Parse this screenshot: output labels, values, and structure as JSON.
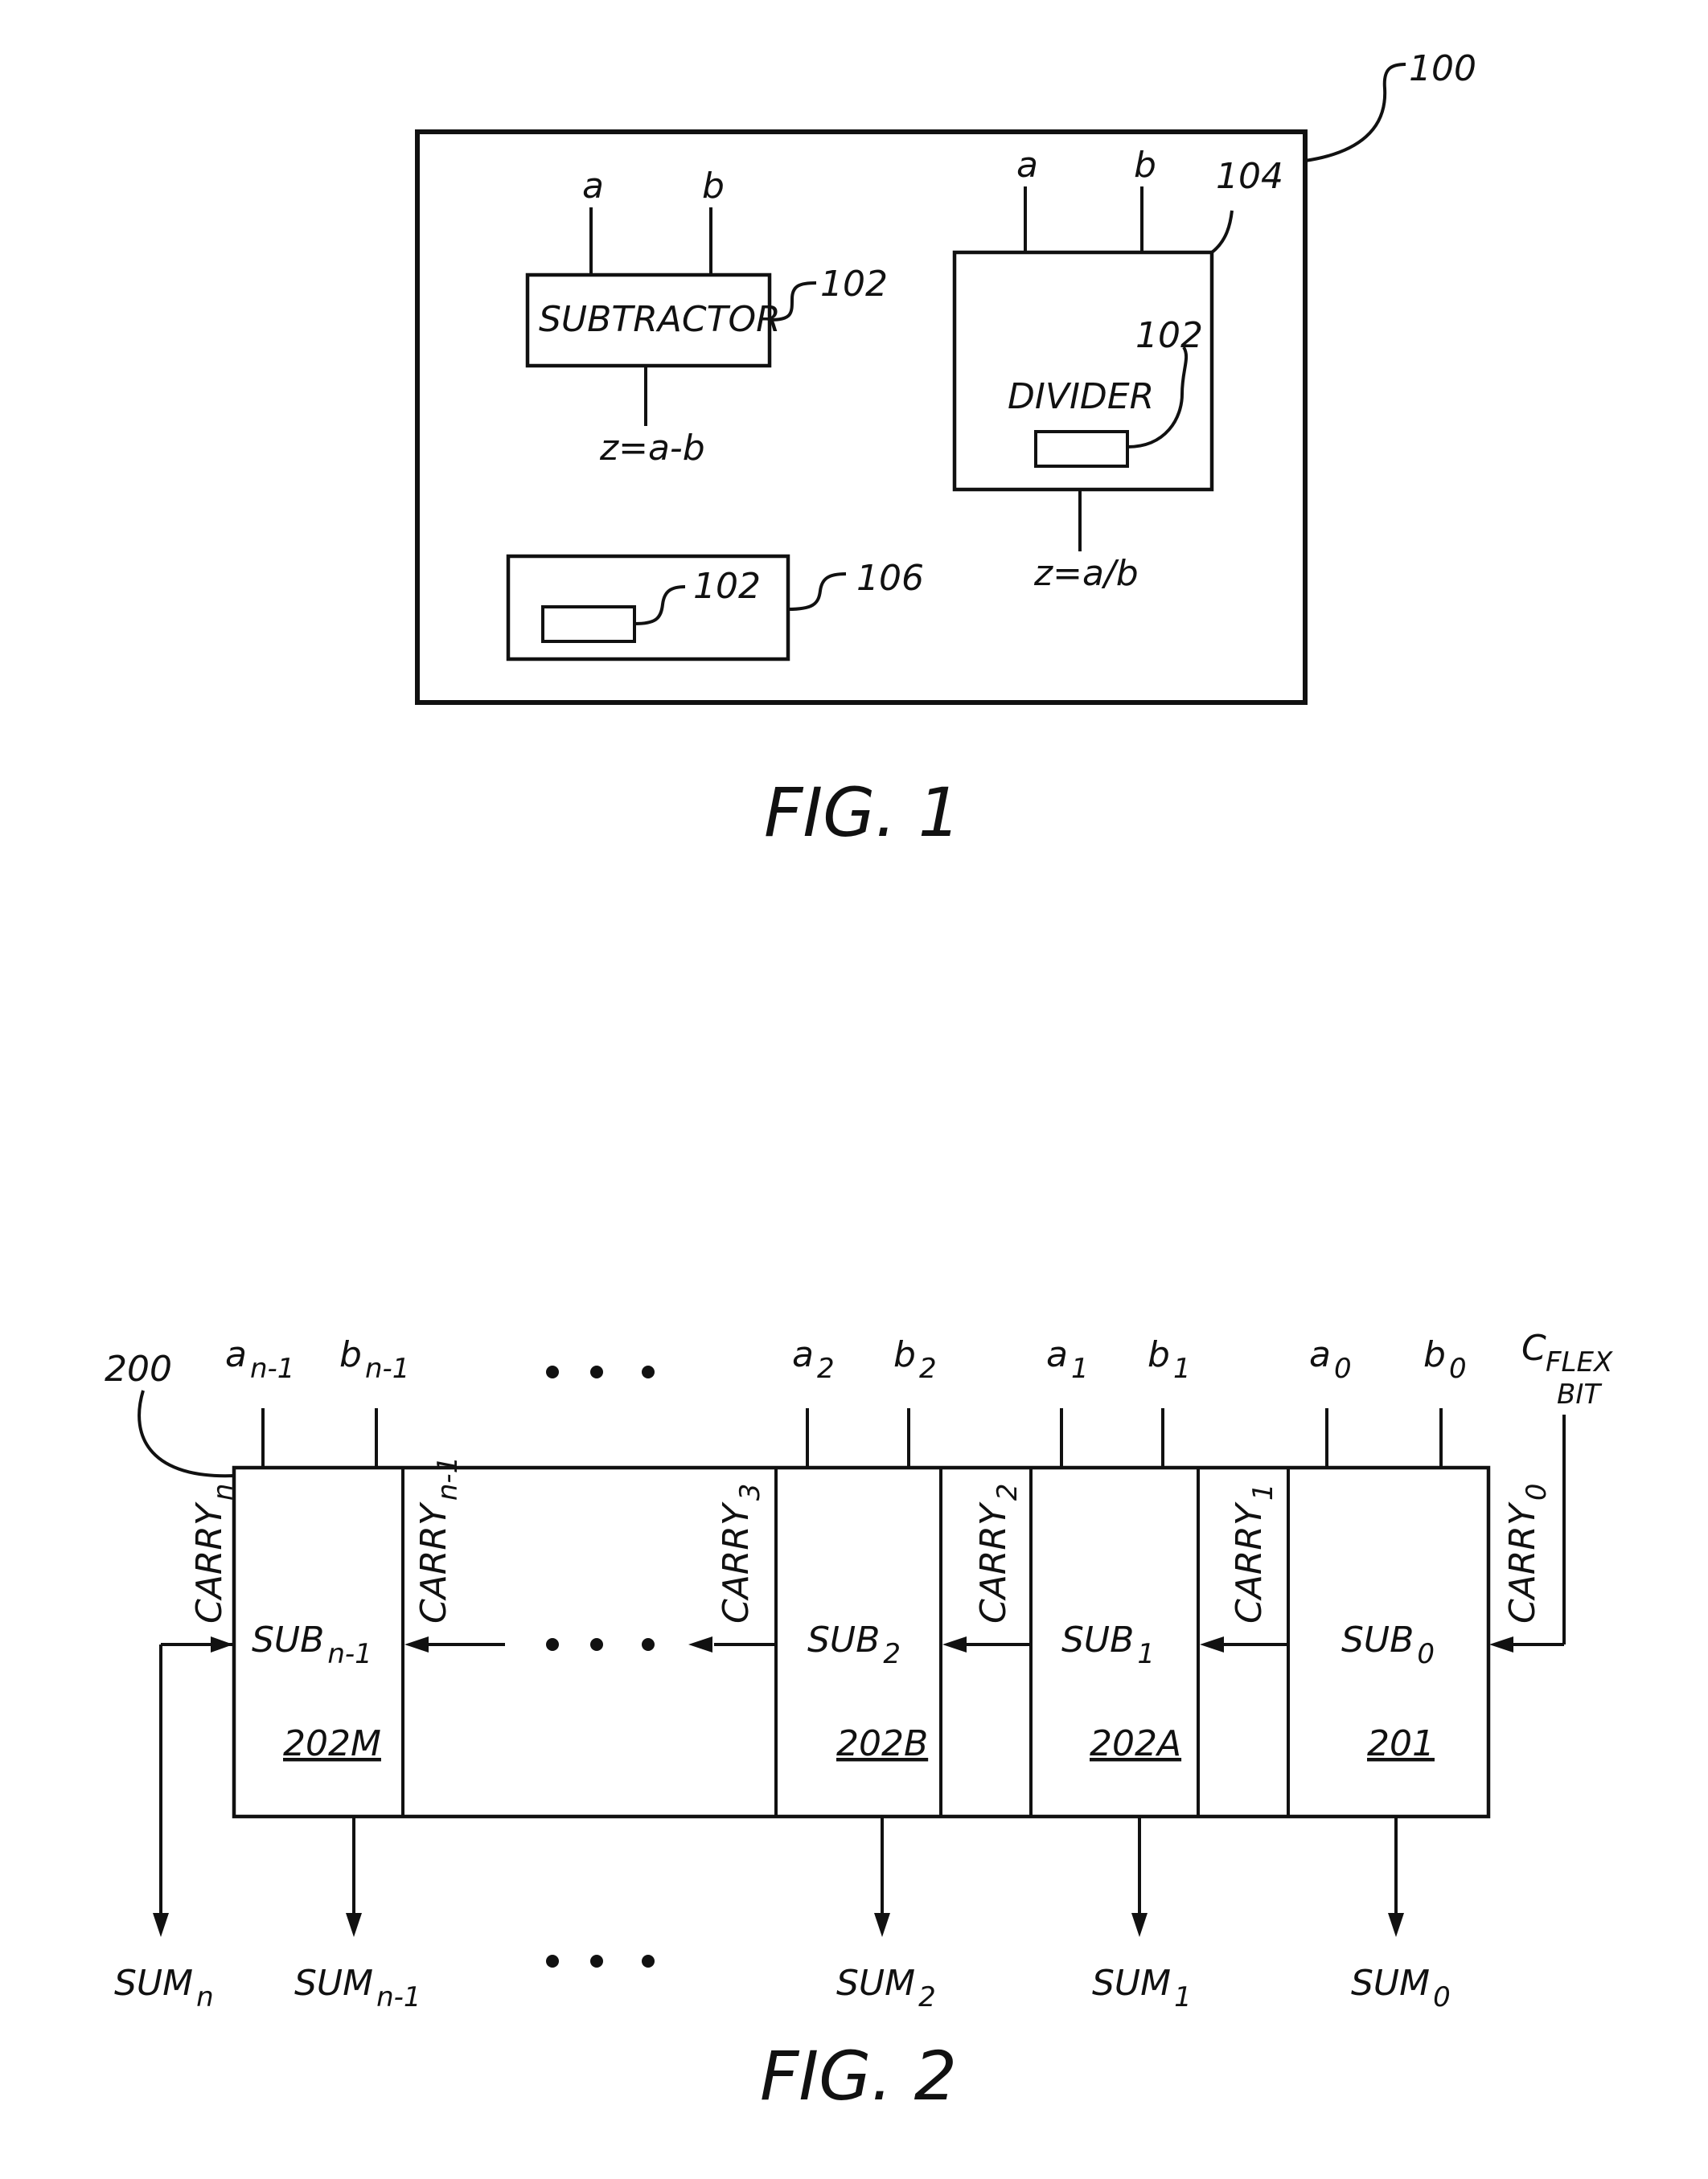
{
  "fig1": {
    "title": "FIG. 1",
    "ref_100": "100",
    "subtractor": {
      "label": "SUBTRACTOR",
      "ref": "102",
      "in_a": "a",
      "in_b": "b",
      "output": "z=a-b"
    },
    "divider": {
      "label": "DIVIDER",
      "ref": "104",
      "inner_ref": "102",
      "in_a": "a",
      "in_b": "b",
      "output": "z=a/b"
    },
    "block_106": {
      "ref": "106",
      "inner_ref": "102"
    }
  },
  "fig2": {
    "title": "FIG. 2",
    "ref_200": "200",
    "inputs": [
      {
        "name": "a",
        "idx": "n-1"
      },
      {
        "name": "b",
        "idx": "n-1"
      },
      {
        "name": "a",
        "idx": "2"
      },
      {
        "name": "b",
        "idx": "2"
      },
      {
        "name": "a",
        "idx": "1"
      },
      {
        "name": "b",
        "idx": "1"
      },
      {
        "name": "a",
        "idx": "0"
      },
      {
        "name": "b",
        "idx": "0"
      }
    ],
    "cflex": {
      "main": "C",
      "sub1": "FLEX",
      "sub2": "BIT"
    },
    "carries": [
      {
        "main": "CARRY",
        "idx": "n"
      },
      {
        "main": "CARRY",
        "idx": "n-1"
      },
      {
        "main": "CARRY",
        "idx": "3"
      },
      {
        "main": "CARRY",
        "idx": "2"
      },
      {
        "main": "CARRY",
        "idx": "1"
      },
      {
        "main": "CARRY",
        "idx": "0"
      }
    ],
    "cells": [
      {
        "main": "SUB",
        "idx": "n-1",
        "ref": "202M"
      },
      {
        "main": "SUB",
        "idx": "2",
        "ref": "202B"
      },
      {
        "main": "SUB",
        "idx": "1",
        "ref": "202A"
      },
      {
        "main": "SUB",
        "idx": "0",
        "ref": "201"
      }
    ],
    "sums": [
      {
        "main": "SUM",
        "idx": "n"
      },
      {
        "main": "SUM",
        "idx": "n-1"
      },
      {
        "main": "SUM",
        "idx": "2"
      },
      {
        "main": "SUM",
        "idx": "1"
      },
      {
        "main": "SUM",
        "idx": "0"
      }
    ]
  }
}
